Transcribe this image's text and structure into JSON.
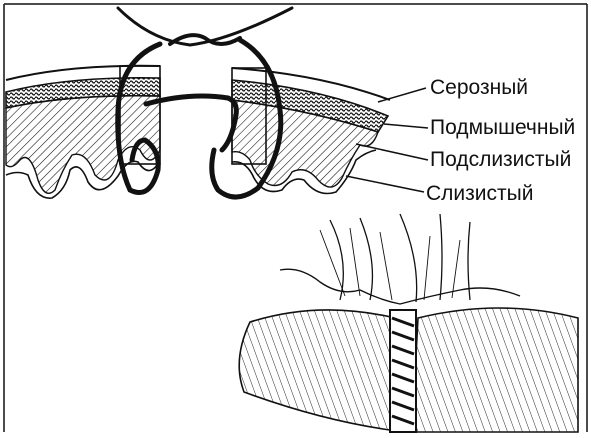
{
  "layers": {
    "serosa": "Серозный",
    "muscular": "Подмышечный",
    "submucosa": "Подслизистый",
    "mucosa": "Слизистый"
  },
  "colors": {
    "ink": "#111111",
    "paper": "#ffffff"
  }
}
